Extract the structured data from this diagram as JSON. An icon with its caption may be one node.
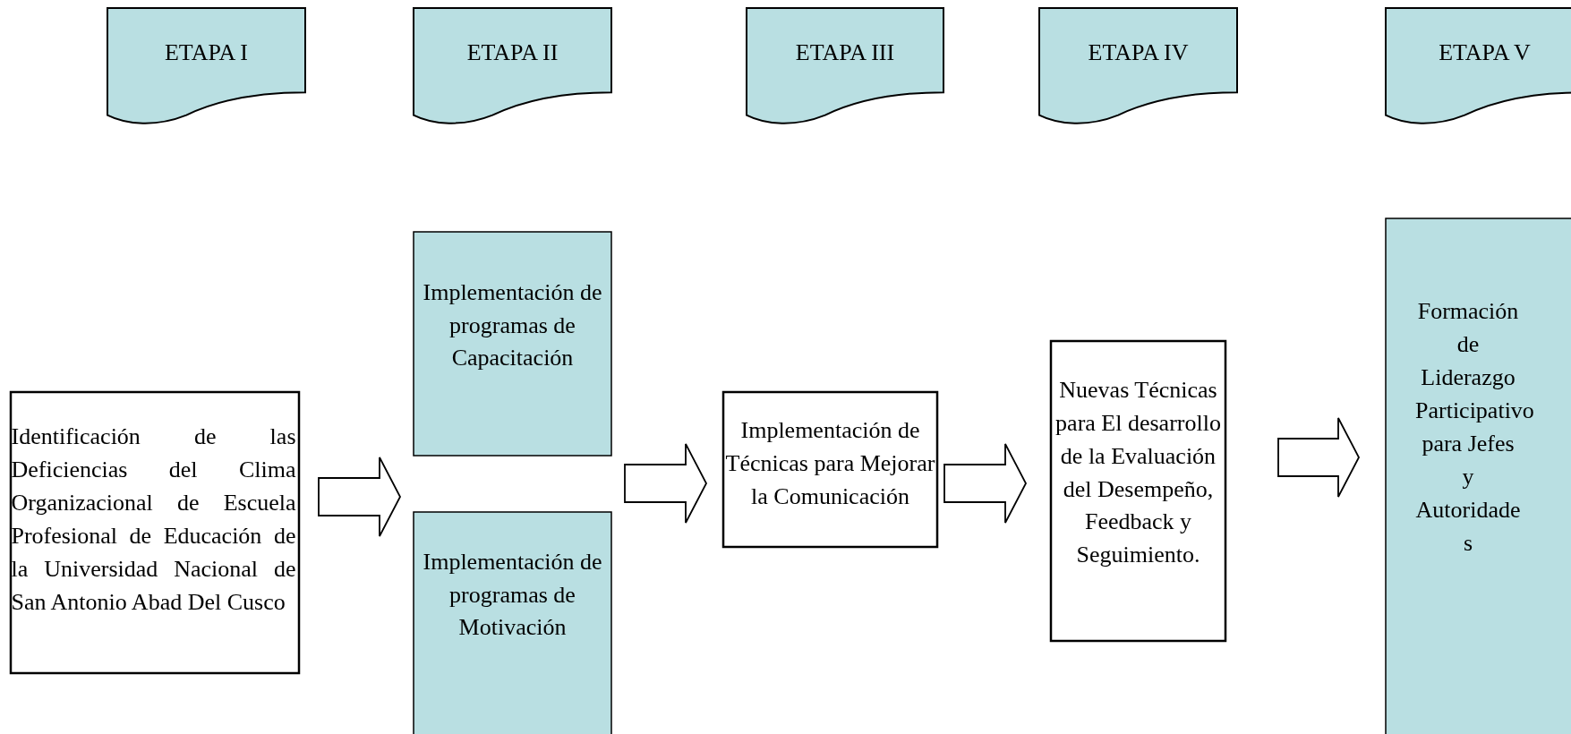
{
  "diagram": {
    "nodes": [
      {
        "text": [
          "ETAPA I"
        ]
      },
      {
        "text": [
          "ETAPA II"
        ]
      },
      {
        "text": [
          "ETAPA III"
        ]
      },
      {
        "text": [
          "ETAPA IV"
        ]
      },
      {
        "text": [
          "ETAPA V"
        ]
      },
      {
        "text": [
          "Identificación de las Deficiencias del Clima Organizacional de Escuela Profesional de Educación de la Universidad Nacional de San Antonio Abad Del Cusco"
        ]
      },
      {
        "text": [
          "Implementación de programas de Capacitación"
        ]
      },
      {
        "text": [
          "Implementación de programas de Motivación"
        ]
      },
      {
        "text": [
          "Implementación de Técnicas para Mejorar la Comunicación"
        ]
      },
      {
        "text": [
          "Nuevas Técnicas para El desarrollo de la Evaluación del Desempeño, Feedback y Seguimiento."
        ]
      },
      {
        "text": [
          "Formación de Liderazgo Participativo para Jefes y Autoridade s"
        ]
      }
    ],
    "edges": [
      {
        "from": 5,
        "to": 6,
        "arrow": "to"
      },
      {
        "from": 5,
        "to": 7,
        "arrow": "to"
      },
      {
        "from": 6,
        "to": 8,
        "arrow": "to"
      },
      {
        "from": 7,
        "to": 8,
        "arrow": "to"
      },
      {
        "from": 8,
        "to": 9,
        "arrow": "to"
      },
      {
        "from": 9,
        "to": 10,
        "arrow": "to"
      }
    ]
  }
}
